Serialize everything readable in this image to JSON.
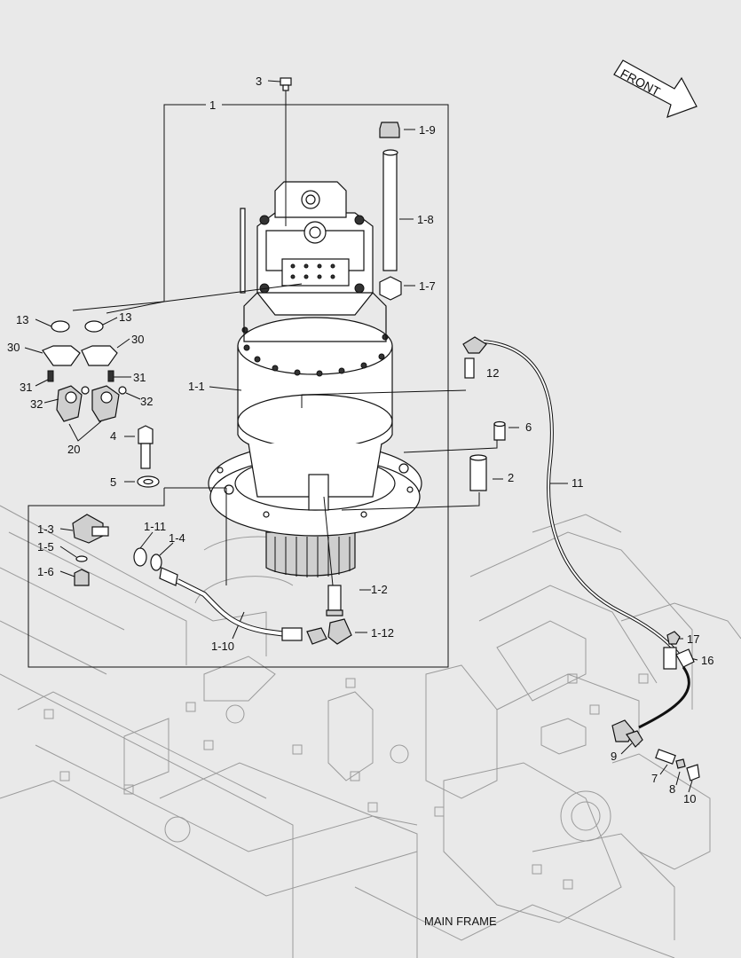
{
  "callouts": [
    {
      "id": "c3",
      "text": "3"
    },
    {
      "id": "c1",
      "text": "1"
    },
    {
      "id": "c1-9",
      "text": "1-9"
    },
    {
      "id": "c1-8",
      "text": "1-8"
    },
    {
      "id": "c1-7",
      "text": "1-7"
    },
    {
      "id": "c13a",
      "text": "13"
    },
    {
      "id": "c13b",
      "text": "13"
    },
    {
      "id": "c30a",
      "text": "30"
    },
    {
      "id": "c30b",
      "text": "30"
    },
    {
      "id": "c31a",
      "text": "31"
    },
    {
      "id": "c31b",
      "text": "31"
    },
    {
      "id": "c32a",
      "text": "32"
    },
    {
      "id": "c32b",
      "text": "32"
    },
    {
      "id": "c20",
      "text": "20"
    },
    {
      "id": "c4",
      "text": "4"
    },
    {
      "id": "c5",
      "text": "5"
    },
    {
      "id": "c1-1",
      "text": "1-1"
    },
    {
      "id": "c12",
      "text": "12"
    },
    {
      "id": "c6",
      "text": "6"
    },
    {
      "id": "c2",
      "text": "2"
    },
    {
      "id": "c11",
      "text": "11"
    },
    {
      "id": "c1-3",
      "text": "1-3"
    },
    {
      "id": "c1-5",
      "text": "1-5"
    },
    {
      "id": "c1-6",
      "text": "1-6"
    },
    {
      "id": "c1-11",
      "text": "1-11"
    },
    {
      "id": "c1-4",
      "text": "1-4"
    },
    {
      "id": "c1-10",
      "text": "1-10"
    },
    {
      "id": "c1-2",
      "text": "1-2"
    },
    {
      "id": "c1-12",
      "text": "1-12"
    },
    {
      "id": "c17",
      "text": "17"
    },
    {
      "id": "c16",
      "text": "16"
    },
    {
      "id": "c9",
      "text": "9"
    },
    {
      "id": "c7",
      "text": "7"
    },
    {
      "id": "c8",
      "text": "8"
    },
    {
      "id": "c10",
      "text": "10"
    }
  ],
  "front_label": "FRONT",
  "caption": "MAIN FRAME"
}
